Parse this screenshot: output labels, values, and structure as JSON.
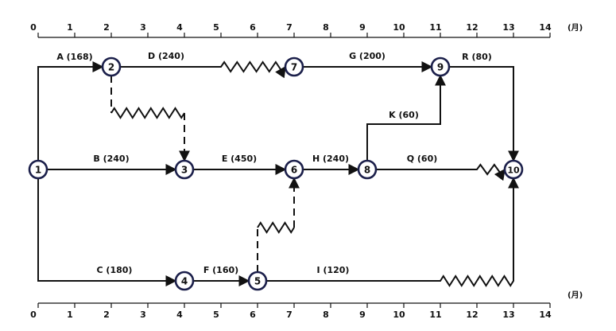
{
  "timeline": {
    "ticks": [
      "0",
      "1",
      "2",
      "3",
      "4",
      "5",
      "6",
      "7",
      "8",
      "9",
      "10",
      "11",
      "12",
      "13",
      "14"
    ],
    "unit": "(月)"
  },
  "nodes": [
    {
      "id": "1",
      "t": 0,
      "row": "mid"
    },
    {
      "id": "2",
      "t": 2,
      "row": "top"
    },
    {
      "id": "3",
      "t": 4,
      "row": "mid"
    },
    {
      "id": "4",
      "t": 4,
      "row": "bot"
    },
    {
      "id": "5",
      "t": 6,
      "row": "bot"
    },
    {
      "id": "6",
      "t": 7,
      "row": "mid"
    },
    {
      "id": "7",
      "t": 7,
      "row": "top"
    },
    {
      "id": "8",
      "t": 9,
      "row": "mid"
    },
    {
      "id": "9",
      "t": 11,
      "row": "top"
    },
    {
      "id": "10",
      "t": 13,
      "row": "mid"
    }
  ],
  "activities": [
    {
      "label": "A (168)",
      "from": "1",
      "to": "2",
      "route": "up-right"
    },
    {
      "label": "B (240)",
      "from": "1",
      "to": "3",
      "route": "straight"
    },
    {
      "label": "C (180)",
      "from": "1",
      "to": "4",
      "route": "down-right"
    },
    {
      "label": "D (240)",
      "from": "2",
      "to": "7",
      "route": "straight",
      "float_from": 5
    },
    {
      "label": "E (450)",
      "from": "3",
      "to": "6",
      "route": "straight"
    },
    {
      "label": "F (160)",
      "from": "4",
      "to": "5",
      "route": "straight"
    },
    {
      "label": "G (200)",
      "from": "7",
      "to": "9",
      "route": "straight"
    },
    {
      "label": "H (240)",
      "from": "6",
      "to": "8",
      "route": "straight"
    },
    {
      "label": "I (120)",
      "from": "5",
      "to": "10",
      "route": "right-up",
      "float_from": 11
    },
    {
      "label": "K (60)",
      "from": "8",
      "to": "9",
      "route": "up-right"
    },
    {
      "label": "Q (60)",
      "from": "8",
      "to": "10",
      "route": "straight",
      "float_from": 12
    },
    {
      "label": "R (80)",
      "from": "9",
      "to": "10",
      "route": "right-down"
    }
  ],
  "dummies": [
    {
      "from": "2",
      "to": "3",
      "float_from": 2,
      "float_to": 4
    },
    {
      "from": "5",
      "to": "6",
      "float_from": 6,
      "float_to": 7
    }
  ]
}
